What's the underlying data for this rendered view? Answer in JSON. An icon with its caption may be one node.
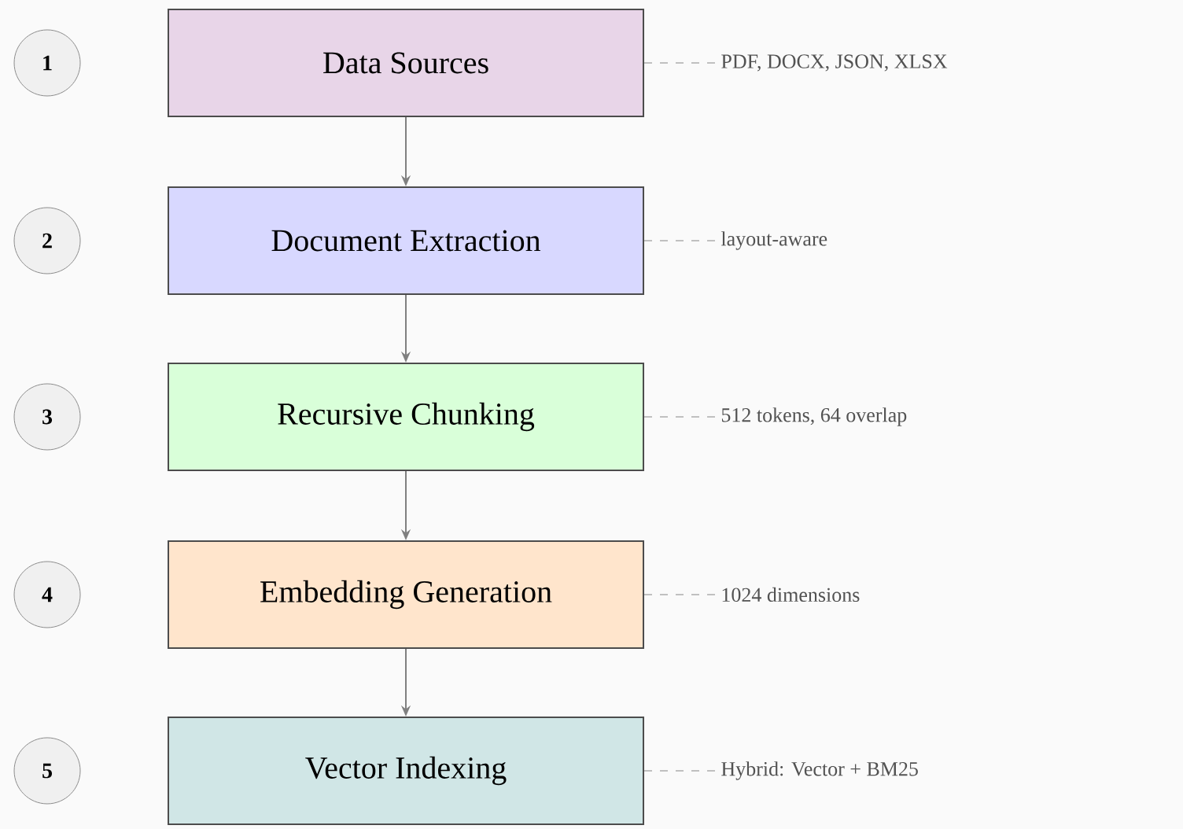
{
  "diagram": {
    "nodes": [
      {
        "text": [
          "1"
        ]
      },
      {
        "text": [
          "2"
        ]
      },
      {
        "text": [
          "3"
        ]
      },
      {
        "text": [
          "4"
        ]
      },
      {
        "text": [
          "5"
        ]
      },
      {
        "text": [
          "Data Sources"
        ]
      },
      {
        "text": [
          "Document Extraction"
        ]
      },
      {
        "text": [
          "Recursive Chunking"
        ]
      },
      {
        "text": [
          "Embedding Generation"
        ]
      },
      {
        "text": [
          "Vector Indexing"
        ]
      },
      {
        "text": [
          "PDF, DOCX, JSON, XLSX"
        ]
      },
      {
        "text": [
          "layout-aware"
        ]
      },
      {
        "text": [
          "512 tokens, 64 overlap"
        ]
      },
      {
        "text": [
          "1024 dimensions"
        ]
      },
      {
        "text": [
          "Hybrid: Vector + BM25"
        ]
      }
    ],
    "edges": [
      {
        "from": 5,
        "to": 6,
        "arrow": "to"
      },
      {
        "from": 6,
        "to": 7,
        "arrow": "to"
      },
      {
        "from": 7,
        "to": 8,
        "arrow": "to"
      },
      {
        "from": 8,
        "to": 9,
        "arrow": "to"
      },
      {
        "from": 5,
        "to": 10,
        "arrow": "none",
        "style": "dashed",
        "color": "#c0c0c0"
      },
      {
        "from": 6,
        "to": 11,
        "arrow": "none",
        "style": "dashed",
        "color": "#c0c0c0"
      },
      {
        "from": 7,
        "to": 12,
        "arrow": "none",
        "style": "dashed",
        "color": "#c0c0c0"
      },
      {
        "from": 8,
        "to": 13,
        "arrow": "none",
        "style": "dashed",
        "color": "#c0c0c0"
      },
      {
        "from": 9,
        "to": 14,
        "arrow": "none",
        "style": "dashed",
        "color": "#c0c0c0"
      }
    ]
  }
}
